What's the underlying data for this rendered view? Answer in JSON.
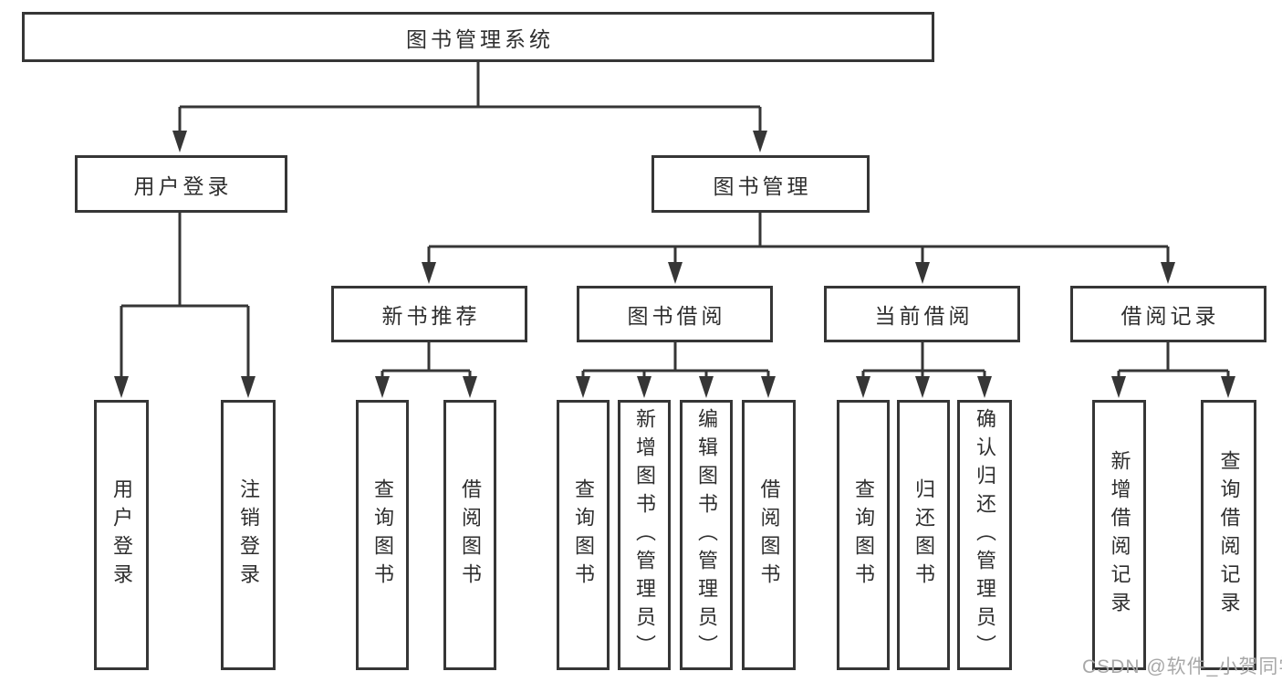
{
  "colors": {
    "line": "#363636",
    "border": "#363636",
    "text": "#2e2e2e",
    "background": "#ffffff",
    "watermark_text": "#a8a8a8"
  },
  "watermark": "CSDN @软件_小贺同学",
  "tree": {
    "root": {
      "label": "图书管理系统"
    },
    "branches": [
      {
        "label": "用户登录",
        "children": [
          {
            "label": "用户登录"
          },
          {
            "label": "注销登录"
          }
        ]
      },
      {
        "label": "图书管理",
        "children": [
          {
            "label": "新书推荐",
            "children": [
              {
                "label": "查询图书"
              },
              {
                "label": "借阅图书"
              }
            ]
          },
          {
            "label": "图书借阅",
            "children": [
              {
                "label": "查询图书"
              },
              {
                "label": "新增图书（管理员）"
              },
              {
                "label": "编辑图书（管理员）"
              },
              {
                "label": "借阅图书"
              }
            ]
          },
          {
            "label": "当前借阅",
            "children": [
              {
                "label": "查询图书"
              },
              {
                "label": "归还图书"
              },
              {
                "label": "确认归还（管理员）"
              }
            ]
          },
          {
            "label": "借阅记录",
            "children": [
              {
                "label": "新增借阅记录"
              },
              {
                "label": "查询借阅记录"
              }
            ]
          }
        ]
      }
    ]
  }
}
